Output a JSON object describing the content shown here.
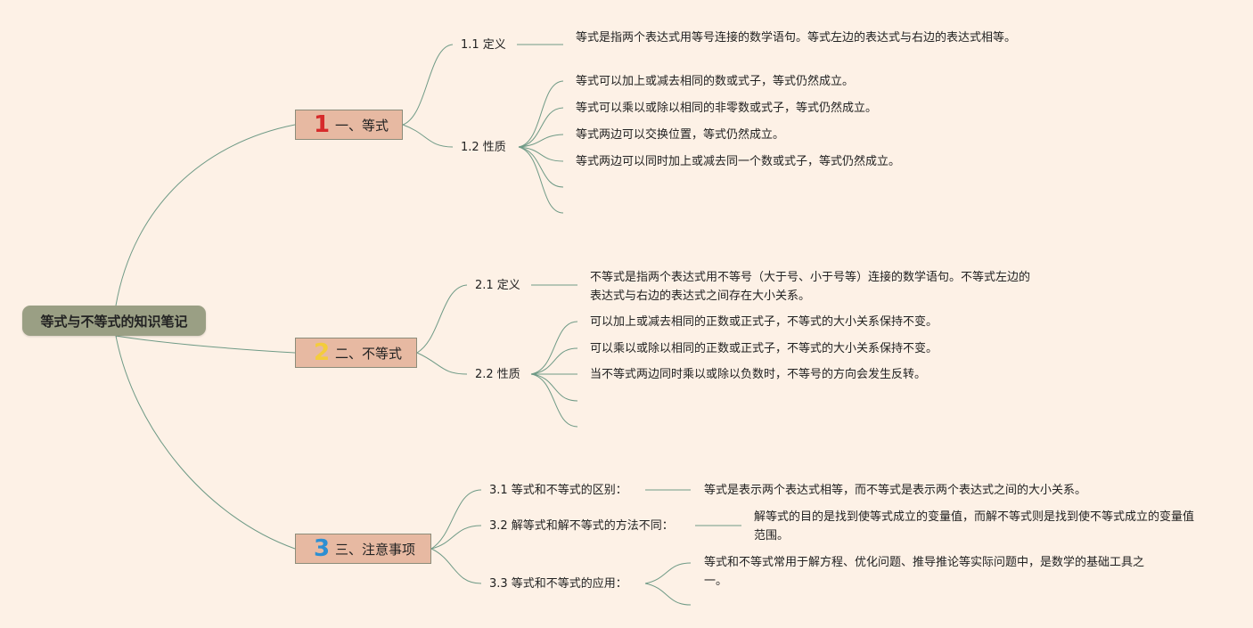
{
  "root": {
    "title": "等式与不等式的知识笔记"
  },
  "branches": [
    {
      "badge": "1",
      "label": "一、等式",
      "children": [
        {
          "label": "1.1 定义",
          "leaves": [
            "等式是指两个表达式用等号连接的数学语句。等式左边的表达式与右边的表达式相等。"
          ]
        },
        {
          "label": "1.2 性质",
          "leaves": [
            "等式可以加上或减去相同的数或式子，等式仍然成立。",
            "等式可以乘以或除以相同的非零数或式子，等式仍然成立。",
            "等式两边可以交换位置，等式仍然成立。",
            "等式两边可以同时加上或减去同一个数或式子，等式仍然成立。"
          ]
        }
      ]
    },
    {
      "badge": "2",
      "label": "二、不等式",
      "children": [
        {
          "label": "2.1 定义",
          "leaves": [
            "不等式是指两个表达式用不等号（大于号、小于号等）连接的数学语句。不等式左边的表达式与右边的表达式之间存在大小关系。"
          ]
        },
        {
          "label": "2.2 性质",
          "leaves": [
            "可以加上或减去相同的正数或正式子，不等式的大小关系保持不变。",
            "可以乘以或除以相同的正数或正式子，不等式的大小关系保持不变。",
            "当不等式两边同时乘以或除以负数时，不等号的方向会发生反转。"
          ]
        }
      ]
    },
    {
      "badge": "3",
      "label": "三、注意事项",
      "children": [
        {
          "label": "3.1 等式和不等式的区别：",
          "leaves": [
            "等式是表示两个表达式相等，而不等式是表示两个表达式之间的大小关系。"
          ]
        },
        {
          "label": "3.2 解等式和解不等式的方法不同：",
          "leaves": [
            "解等式的目的是找到使等式成立的变量值，而解不等式则是找到使不等式成立的变量值范围。"
          ]
        },
        {
          "label": "3.3 等式和不等式的应用：",
          "leaves": [
            "等式和不等式常用于解方程、优化问题、推导推论等实际问题中，是数学的基础工具之一。"
          ]
        }
      ]
    }
  ],
  "colors": {
    "edge": "#6f9a86",
    "background": "#fdf1e6",
    "branch_fill": "#e7b9a2",
    "root_fill": "#9a9f84"
  }
}
